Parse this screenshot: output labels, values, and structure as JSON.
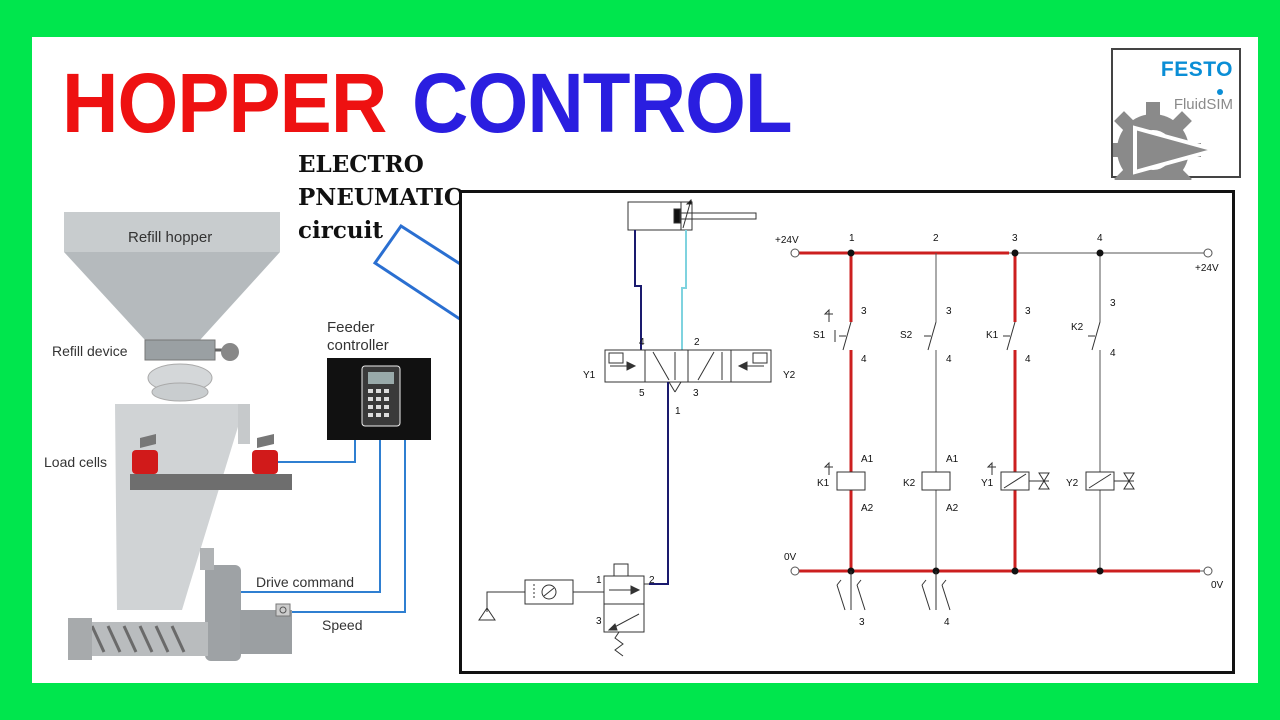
{
  "title": {
    "part1": "HOPPER",
    "part2": "CONTROL"
  },
  "subtitle": {
    "line1": "ELECTRO",
    "line2": "PNEUMATIC",
    "line3": "circuit"
  },
  "logo": {
    "brand": "FESTO",
    "product": "FluidSIM"
  },
  "machine": {
    "refill_hopper": "Refill hopper",
    "refill_device": "Refill device",
    "load_cells": "Load cells",
    "feeder_controller_1": "Feeder",
    "feeder_controller_2": "controller",
    "drive_command": "Drive command",
    "speed": "Speed"
  },
  "pneumatic": {
    "port_4": "4",
    "port_2": "2",
    "port_5": "5",
    "port_3": "3",
    "port_1": "1",
    "coil_left": "Y1",
    "coil_right": "Y2",
    "sv_port_1": "1",
    "sv_port_2": "2",
    "sv_port_3": "3"
  },
  "electrical": {
    "supply_pos": "+24V",
    "supply_pos_right": "+24V",
    "supply_neg": "0V",
    "supply_neg_right": "0V",
    "rungs": [
      {
        "num": "1",
        "contact": "S1",
        "coil": "K1"
      },
      {
        "num": "2",
        "contact": "S2",
        "coil": "K2"
      },
      {
        "num": "3",
        "contact": "K1",
        "coil": "Y1"
      },
      {
        "num": "4",
        "contact": "K2",
        "coil": "Y2"
      }
    ],
    "terminal_top": "3",
    "terminal_bottom": "4",
    "coil_top": "A1",
    "coil_bottom": "A2",
    "contact_ref_1": "3",
    "contact_ref_2": "4"
  },
  "colors": {
    "border": "#00e64d",
    "title1": "#ee1111",
    "title2": "#2a1ee0",
    "power": "#cc1f1f",
    "arrow": "#2a6fd1",
    "festo": "#0a8ed6"
  }
}
